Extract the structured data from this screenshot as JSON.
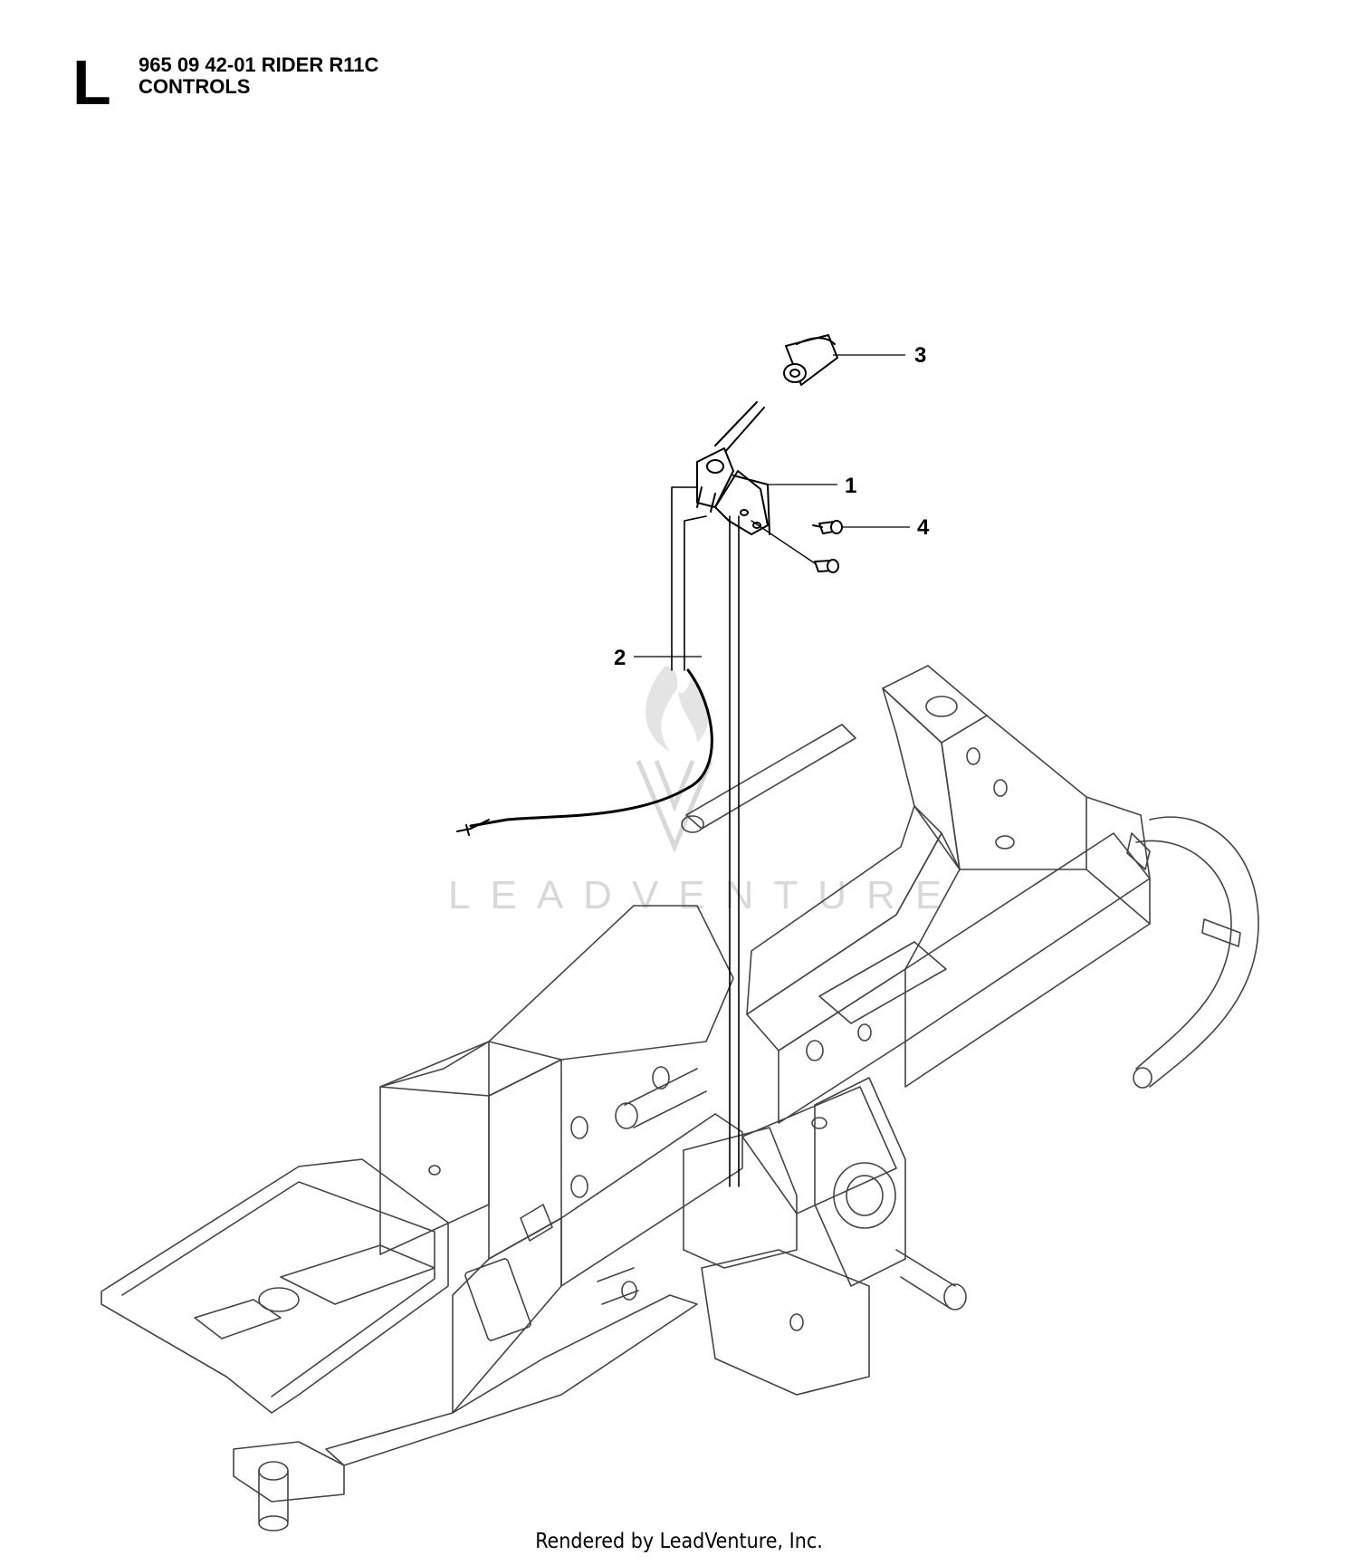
{
  "header": {
    "section_letter": "L",
    "model": "965 09 42-01 RIDER R11C",
    "section": "CONTROLS"
  },
  "callouts": [
    {
      "number": "1",
      "part": "throttle control lever bracket"
    },
    {
      "number": "2",
      "part": "throttle cable"
    },
    {
      "number": "3",
      "part": "control knob"
    },
    {
      "number": "4",
      "part": "bolt"
    }
  ],
  "watermark": {
    "text": "LEADVENTURE"
  },
  "footer": {
    "text": "Rendered by LeadVenture, Inc."
  },
  "colors": {
    "line": "#000000",
    "frame": "#444444",
    "watermark": "#d8d8d8",
    "background": "#ffffff"
  }
}
